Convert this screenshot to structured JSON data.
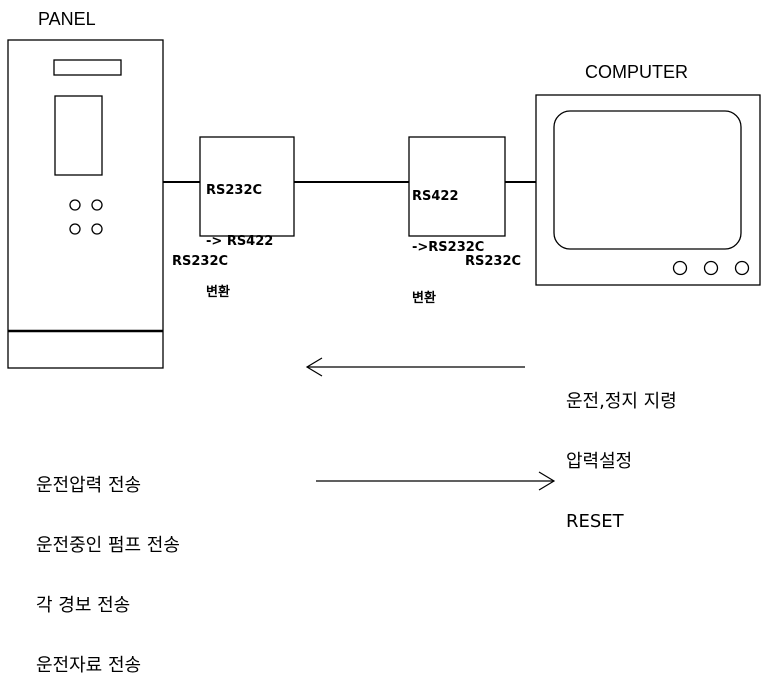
{
  "panel": {
    "title": "PANEL"
  },
  "computer": {
    "title": "COMPUTER"
  },
  "converter_left": {
    "lines": [
      "RS232C",
      "-> RS422",
      "변환"
    ]
  },
  "converter_right": {
    "lines": [
      "RS422",
      "->RS232C",
      "변환"
    ]
  },
  "ports": {
    "left": "RS232C",
    "right": "RS232C"
  },
  "to_panel": {
    "lines": [
      "운전,정지 지령",
      "압력설정",
      "RESET"
    ]
  },
  "to_computer": {
    "lines": [
      "운전압력 전송",
      "운전중인 펌프 전송",
      "각 경보 전송",
      "운전자료 전송"
    ]
  },
  "colors": {
    "stroke": "#000000",
    "background": "#ffffff"
  }
}
